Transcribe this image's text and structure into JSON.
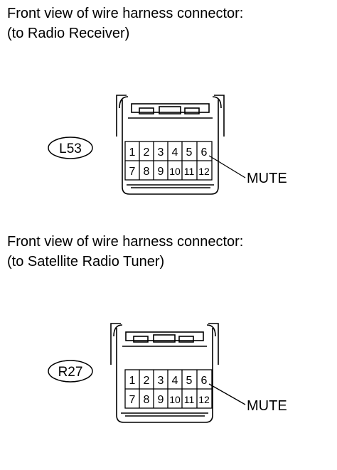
{
  "sections": [
    {
      "caption_line1": "Front view of wire harness connector:",
      "caption_line2": "(to Radio Receiver)",
      "connector_code": "L53",
      "pins_top": [
        "1",
        "2",
        "3",
        "4",
        "5",
        "6"
      ],
      "pins_bottom": [
        "7",
        "8",
        "9",
        "10",
        "11",
        "12"
      ],
      "callout": "MUTE"
    },
    {
      "caption_line1": "Front view of wire harness connector:",
      "caption_line2": "(to Satellite Radio Tuner)",
      "connector_code": "R27",
      "pins_top": [
        "1",
        "2",
        "3",
        "4",
        "5",
        "6"
      ],
      "pins_bottom": [
        "7",
        "8",
        "9",
        "10",
        "11",
        "12"
      ],
      "callout": "MUTE"
    }
  ]
}
